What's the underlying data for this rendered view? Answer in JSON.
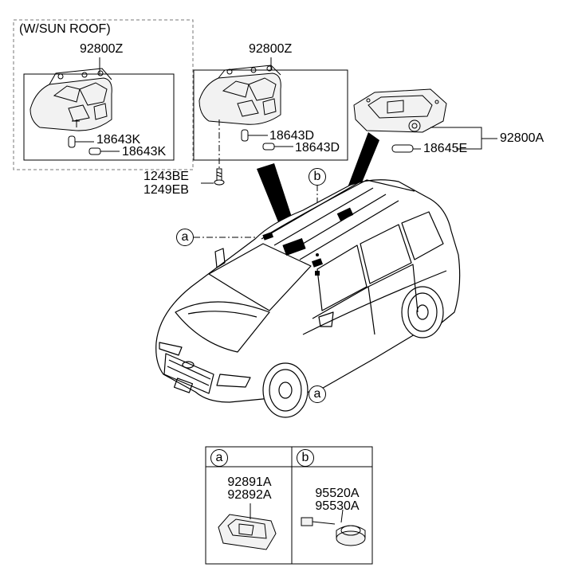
{
  "diagram": {
    "sunroof_group": {
      "header": "(W/SUN ROOF)",
      "part_main": "92800Z",
      "bulb_1": "18643K",
      "bulb_2": "18643K"
    },
    "standard_group": {
      "part_main": "92800Z",
      "bulb_1": "18643D",
      "bulb_2": "18643D"
    },
    "screws": [
      "1243BE",
      "1249EB"
    ],
    "rear_lamp_group": {
      "part_main": "92800A",
      "bulb": "18645E"
    },
    "callouts": {
      "a": "a",
      "b": "b"
    },
    "legend": {
      "a": {
        "tag": "a",
        "parts": [
          "92891A",
          "92892A"
        ]
      },
      "b": {
        "tag": "b",
        "parts": [
          "95520A",
          "95530A"
        ]
      }
    }
  }
}
